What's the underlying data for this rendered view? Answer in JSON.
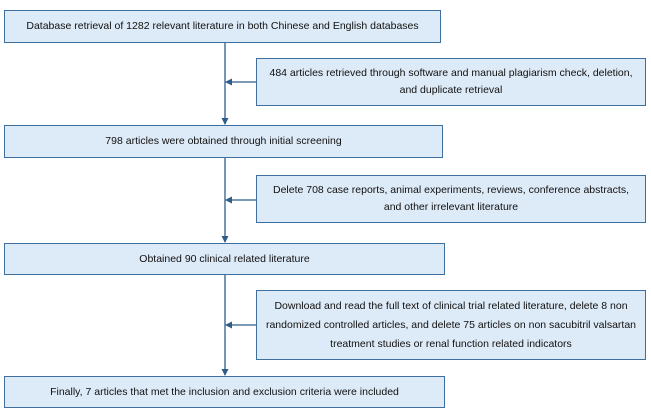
{
  "flow": {
    "main_steps": [
      "Database retrieval of 1282 relevant literature in both Chinese and English databases",
      "798 articles were obtained through initial screening",
      "Obtained 90 clinical related literature",
      "Finally, 7 articles that met the inclusion and exclusion criteria were included"
    ],
    "exclusions": [
      "484 articles retrieved through software and manual plagiarism check, deletion, and duplicate retrieval",
      "Delete 708 case reports, animal experiments, reviews, conference abstracts, and other irrelevant literature",
      "Download and read the full text of clinical trial related literature, delete 8 non randomized controlled articles, and delete 75 articles on non sacubitril valsartan treatment studies or renal function related indicators"
    ]
  },
  "colors": {
    "box_fill": "#ddeaf7",
    "box_border": "#3f6f9f",
    "arrow": "#2f5d8a",
    "text": "#111111"
  }
}
